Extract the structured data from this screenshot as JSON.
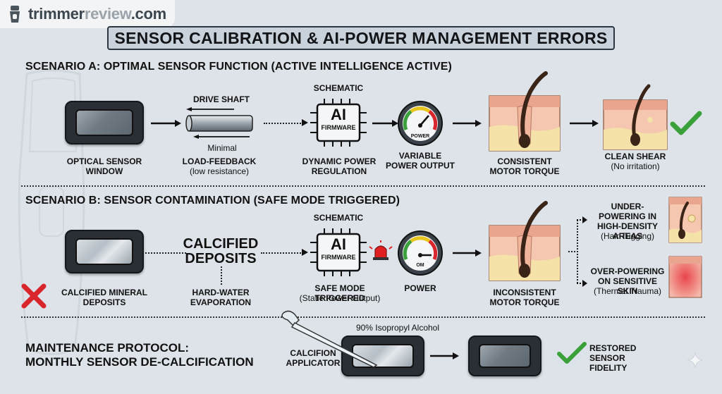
{
  "brand": {
    "name_dark": "trimmer",
    "name_light": "review",
    "name_tail": ".com"
  },
  "title": "SENSOR CALIBRATION & AI-POWER MANAGEMENT ERRORS",
  "scenario_a": {
    "heading": "SCENARIO A: OPTIMAL SENSOR FUNCTION (ACTIVE INTELLIGENCE ACTIVE)",
    "sensor_label": "OPTICAL SENSOR WINDOW",
    "drive_shaft": "DRIVE SHAFT",
    "minimal": "Minimal",
    "load_feedback": "LOAD-FEEDBACK",
    "low_resistance": "(low resistance)",
    "schematic": "SCHEMATIC",
    "chip_ai": "AI",
    "chip_firmware": "FIRMWARE",
    "dynamic_power": "DYNAMIC POWER REGULATION",
    "gauge_text": "POWER",
    "variable_power": "VARIABLE POWER OUTPUT",
    "consistent_torque": "CONSISTENT MOTOR TORQUE",
    "clean_shear": "CLEAN SHEAR",
    "no_irritation": "(No irritation)"
  },
  "scenario_b": {
    "heading": "SCENARIO B: SENSOR CONTAMINATION (SAFE MODE TRIGGERED)",
    "calcified_mineral": "CALCIFIED MINERAL DEPOSITS",
    "calcified_deposits": "CALCIFIED DEPOSITS",
    "hard_water": "HARD-WATER EVAPORATION",
    "schematic": "SCHEMATIC",
    "chip_ai": "AI",
    "chip_firmware": "FIRMWARE",
    "safe_mode": "SAFE MODE TRIGGERED",
    "static_power": "(Static Power Output)",
    "gauge_text": "OM",
    "power": "POWER",
    "inconsistent_torque": "INCONSISTENT MOTOR TORQUE",
    "under_powering": "UNDER-POWERING IN HIGH-DENSITY AREAS",
    "hair_tugging": "(Hair Tugging)",
    "over_powering": "OVER-POWERING ON SENSITIVE SKIN",
    "thermal_trauma": "(Thermal Trauma)"
  },
  "maintenance": {
    "heading_line1": "MAINTENANCE PROTOCOL:",
    "heading_line2": "MONTHLY SENSOR DE-CALCIFICATION",
    "alcohol": "90% Isopropyl Alcohol",
    "applicator": "CALCIFION APPLICATOR",
    "restored": "RESTORED SENSOR FIDELITY"
  },
  "colors": {
    "check": "#3aa13a",
    "cross": "#d8262c",
    "siren": "#e02020",
    "title_bg": "#c9d2da",
    "page_bg": "#dde3e8"
  },
  "icons": [
    "drive-shaft-icon",
    "ai-chip-icon",
    "power-gauge-icon",
    "skin-hair-icon",
    "check-icon",
    "cross-icon",
    "siren-icon",
    "pipette-icon",
    "sparkle-icon",
    "shaver-icon"
  ]
}
